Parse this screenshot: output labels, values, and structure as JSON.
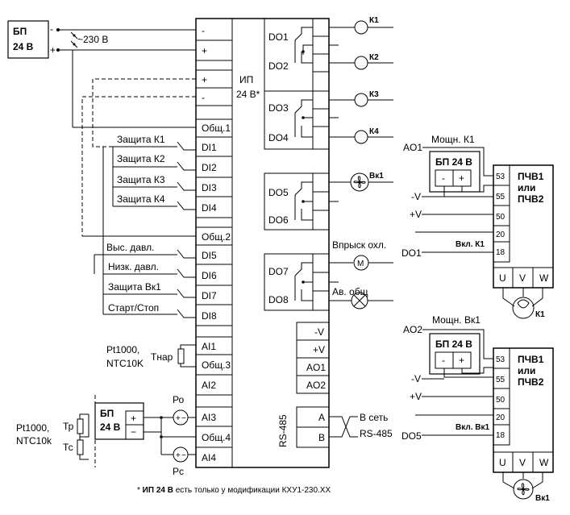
{
  "psu": {
    "label1": "БП",
    "label2": "24 В",
    "mains": "~230 В"
  },
  "isolated_supply": {
    "label1": "ИП",
    "label2": "24 В*"
  },
  "terminals_left": {
    "minus": "-",
    "plus": "+",
    "minus2": "-",
    "plus2": "+",
    "com1": "Общ.1",
    "di1": "DI1",
    "di2": "DI2",
    "di3": "DI3",
    "di4": "DI4",
    "com2": "Общ.2",
    "di5": "DI5",
    "di6": "DI6",
    "di7": "DI7",
    "di8": "DI8",
    "ai1": "AI1",
    "com3": "Общ.3",
    "ai2": "AI2",
    "ai3": "AI3",
    "com4": "Общ.4",
    "ai4": "AI4"
  },
  "terminals_right": {
    "do1": "DO1",
    "do2": "DO2",
    "do3": "DO3",
    "do4": "DO4",
    "do5": "DO5",
    "do6": "DO6",
    "do7": "DO7",
    "do8": "DO8",
    "out_minus": "-V",
    "out_plus": "+V",
    "ao1": "AO1",
    "ao2": "AO2",
    "a": "A",
    "b": "B",
    "rs485": "RS-485"
  },
  "inputs": {
    "prot_k1": "Защита К1",
    "prot_k2": "Защита К2",
    "prot_k3": "Защита К3",
    "prot_k4": "Защита К4",
    "high_press": "Выс. давл.",
    "low_press": "Низк. давл.",
    "prot_vk1": "Защита Вк1",
    "start_stop": "Старт/Стоп",
    "sensor1": "Pt1000,",
    "sensor1b": "NTC10K",
    "t_nar": "Тнар",
    "sensor2": "Pt1000,",
    "sensor2b": "NTC10k",
    "tr": "Тр",
    "tc": "Тс",
    "psu2_1": "БП",
    "psu2_2": "24 В",
    "plus": "+",
    "minus": "−",
    "po": "Ро",
    "pc": "Рс"
  },
  "outputs": {
    "k1": "К1",
    "k2": "К2",
    "k3": "К3",
    "k4": "К4",
    "vk1": "Вк1",
    "injection": "Впрыск охл.",
    "m": "M",
    "alarm": "Ав. общ",
    "network1": "В сеть",
    "network2": "RS-485"
  },
  "vfd1": {
    "title": "Мощн. К1",
    "ao": "AO1",
    "psu1": "БП 24 В",
    "minus": "-",
    "plus": "+",
    "t53": "53",
    "t55": "55",
    "t50": "50",
    "t20": "20",
    "t18": "18",
    "name1": "ПЧВ1",
    "name2": "или",
    "name3": "ПЧВ2",
    "mv": "-V",
    "pv": "+V",
    "cmd": "Вкл. К1",
    "do": "DO1",
    "u": "U",
    "v": "V",
    "w": "W",
    "motor": "К1"
  },
  "vfd2": {
    "title": "Мощн. Вк1",
    "ao": "AO2",
    "psu1": "БП 24 В",
    "minus": "-",
    "plus": "+",
    "t53": "53",
    "t55": "55",
    "t50": "50",
    "t20": "20",
    "t18": "18",
    "name1": "ПЧВ1",
    "name2": "или",
    "name3": "ПЧВ2",
    "mv": "-V",
    "pv": "+V",
    "cmd": "Вкл. Вк1",
    "do": "DO5",
    "u": "U",
    "v": "V",
    "w": "W",
    "motor": "Вк1"
  },
  "footnote": {
    "star": "* ",
    "bold": "ИП 24 В",
    "rest": " есть только у модификации КХУ1-230.ХХ"
  }
}
